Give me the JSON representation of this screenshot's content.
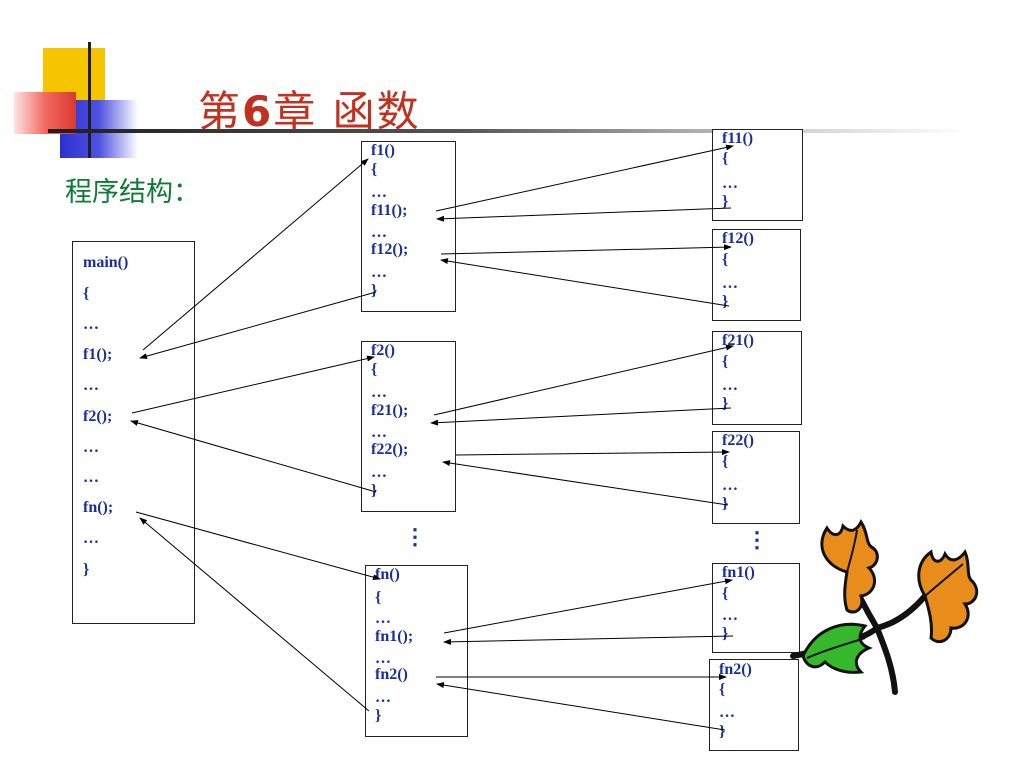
{
  "slide": {
    "title_prefix": "第",
    "title_number": "6",
    "title_suffix": "章  函数",
    "subtitle": "程序结构："
  },
  "main_box": {
    "lines": [
      "main()",
      "{",
      "…",
      "f1();",
      "…",
      "f2();",
      "…",
      "…",
      "fn();",
      "…",
      "}"
    ]
  },
  "level1": [
    {
      "header": "f1()",
      "brace_open": "{",
      "dots1": "…",
      "call1": "f11();",
      "dots2": "…",
      "call2": "f12();",
      "dots3": "…",
      "brace_close": "}"
    },
    {
      "header": "f2()",
      "brace_open": "{",
      "dots1": "…",
      "call1": "f21();",
      "dots2": "…",
      "call2": "f22();",
      "dots3": "…",
      "brace_close": "}"
    },
    {
      "header": "fn()",
      "brace_open": "{",
      "dots1": "…",
      "call1": "fn1();",
      "dots2": "…",
      "call2": "fn2()",
      "dots3": "…",
      "brace_close": "}"
    }
  ],
  "level2": [
    {
      "header": "f11()",
      "brace_open": "{",
      "dots": "…",
      "brace_close": "}"
    },
    {
      "header": "f12()",
      "brace_open": "{",
      "dots": "…",
      "brace_close": "}"
    },
    {
      "header": "f21()",
      "brace_open": "{",
      "dots": "…",
      "brace_close": "}"
    },
    {
      "header": "f22()",
      "brace_open": "{",
      "dots": "…",
      "brace_close": "}"
    },
    {
      "header": "fn1()",
      "brace_open": "{",
      "dots": "…",
      "brace_close": "}"
    },
    {
      "header": "fn2()",
      "brace_open": "{",
      "dots": "…",
      "brace_close": "}"
    }
  ],
  "vertical_ellipsis": "⋮",
  "colors": {
    "title": "#c0311f",
    "subtitle": "#0f7a35",
    "code": "#1a2f9a",
    "deco_yellow": "#f5c500",
    "deco_red": "#e8443a",
    "deco_blue": "#2a2fd0"
  }
}
